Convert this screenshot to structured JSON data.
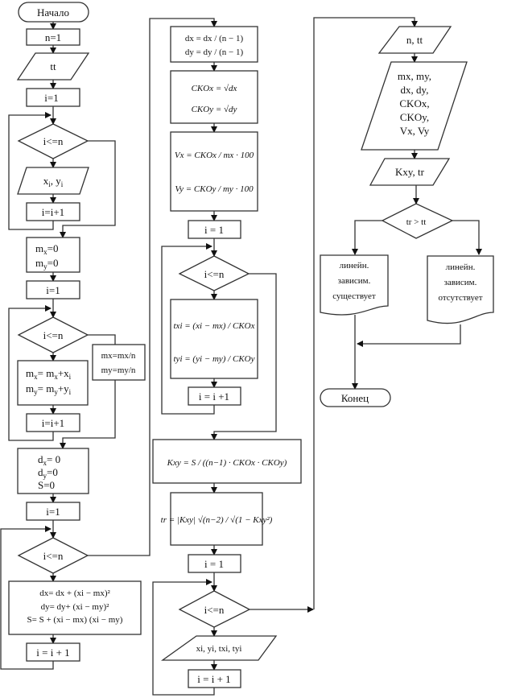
{
  "title": "Flowchart: correlation analysis algorithm",
  "colors": {
    "stroke": "#333333",
    "background": "#ffffff",
    "text": "#111111"
  },
  "start": {
    "label": "Начало"
  },
  "end": {
    "label": "Конец"
  },
  "left_column": {
    "init_n": "n=1",
    "input_tt": "tt",
    "i1_a": "i=1",
    "cond_a": "i<=n",
    "input_xy": {
      "x": "x",
      "y": "y",
      "sub": "i",
      "sep": ", "
    },
    "inc_a": "i=i+1",
    "init_m": {
      "line1": "=0",
      "line2": "=0"
    },
    "i1_b": "i=1",
    "cond_b": "i<=n",
    "div_m": {
      "line1": "mx=mx/n",
      "line2": "my=my/n"
    },
    "acc_m": {
      "line1a": "= m",
      "line1b": "+x",
      "line2a": "= m",
      "line2b": "+y"
    },
    "inc_b": "i=i+1",
    "init_d": {
      "line1": "= 0",
      "line2": "=0",
      "line3": "S=0"
    },
    "i1_c": "i=1",
    "cond_c": "i<=n",
    "acc_d": {
      "line1": "dx= dx + (xi − mx)²",
      "line2": "dy= dy+ (xi − my)²",
      "line3": "S= S + (xi − mx) (xi − my)"
    },
    "inc_c": "i = i + 1"
  },
  "middle_column": {
    "div_d": {
      "line1": "dx = dx / (n − 1)",
      "line2": "dy = dy / (n − 1)"
    },
    "cko": {
      "line1": "CKOx = √dx",
      "line2": "CKOy = √dy"
    },
    "v": {
      "line1": "Vx = CKOx / mx · 100",
      "line2": "Vy = CKOy / my · 100"
    },
    "i1": "i = 1",
    "cond": "i<=n",
    "t": {
      "line1": "txi = (xi − mx) / CKOx",
      "line2": "tyi = (yi − my) / CKOy"
    },
    "inc": "i = i +1",
    "kxy": "Kxy = S / ((n−1) · CKOx · CKOy)",
    "tr": "tr = |Kxy| √(n−2) / √(1 − Kxy²)",
    "i1_b": "i = 1",
    "cond_b": "i<=n",
    "output": "xi, yi, txi, tyi",
    "inc_b": "i = i + 1"
  },
  "right_column": {
    "output_ntt": "n, tt",
    "output_stats": [
      "mx, my,",
      "dx, dy,",
      "CKOx,",
      "CKOy,",
      "Vx, Vy"
    ],
    "output_k": "Kxy, tr",
    "cond": "tr > tt",
    "yes_doc": [
      "линейн.",
      "зависим.",
      "существует"
    ],
    "no_doc": [
      "линейн.",
      "зависим.",
      "отсутствует"
    ]
  }
}
